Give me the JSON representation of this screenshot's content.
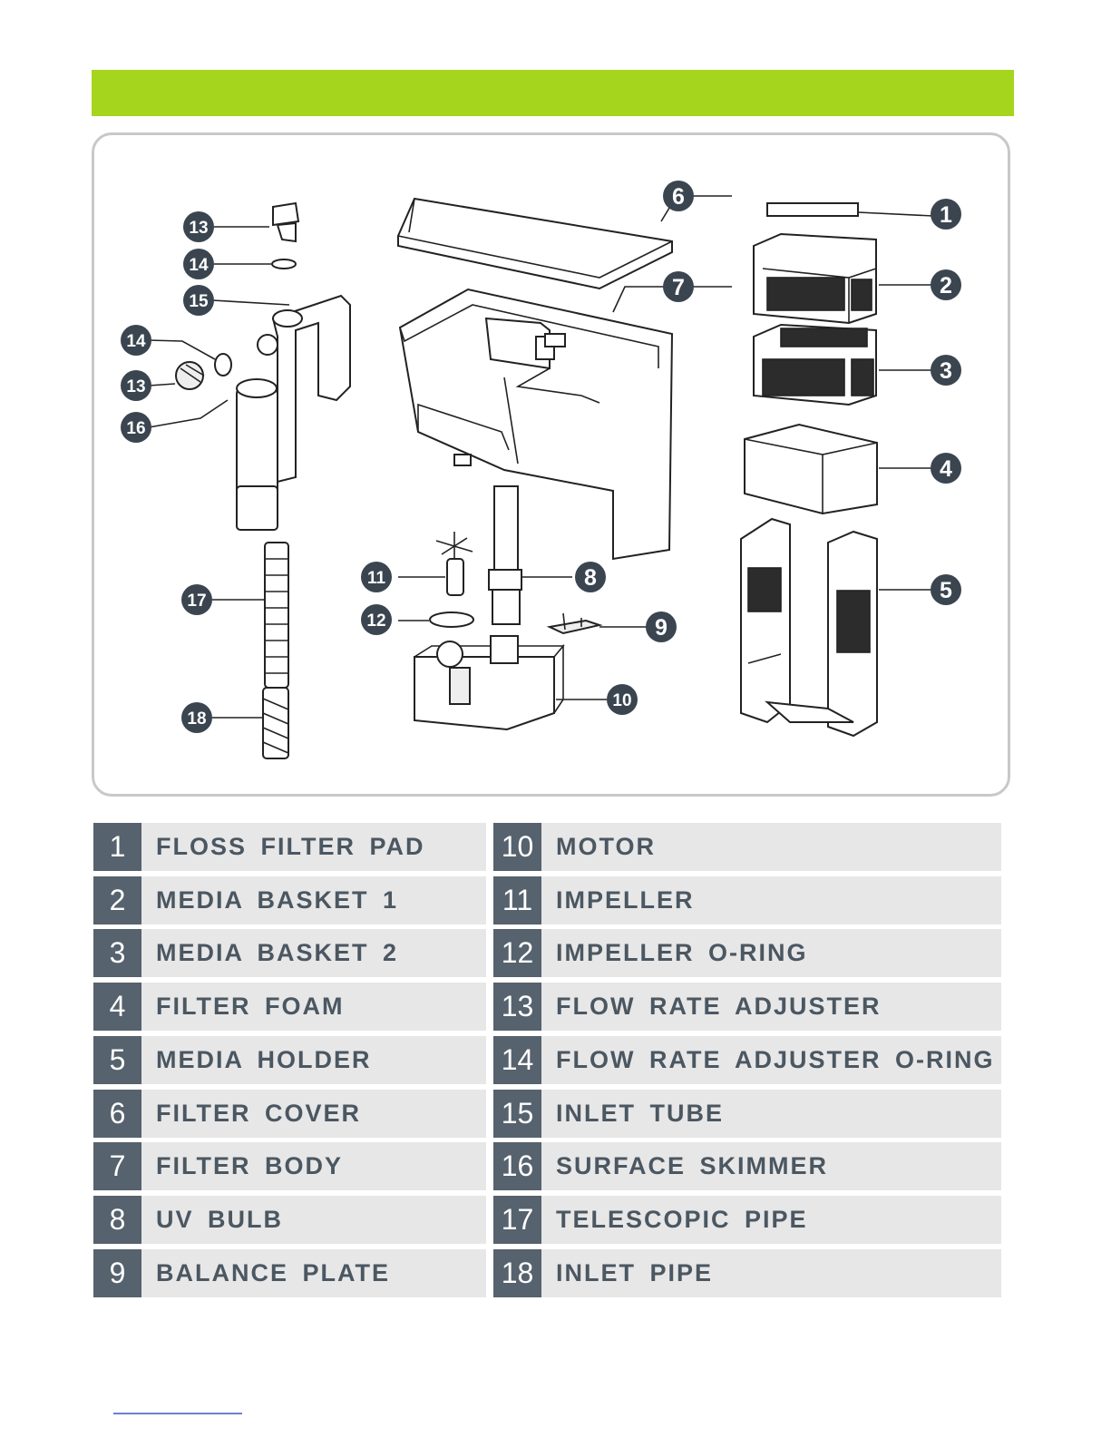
{
  "colors": {
    "header_bar": "#a6d51e",
    "callout": "#3a4550",
    "number_cell": "#56626d",
    "name_cell": "#e7e7e8",
    "name_text": "#4b5761",
    "frame_border": "#c8c8c8"
  },
  "callouts": [
    "1",
    "2",
    "3",
    "4",
    "5",
    "6",
    "7",
    "8",
    "9",
    "10",
    "11",
    "12",
    "13",
    "14",
    "15",
    "16",
    "17",
    "18",
    "13",
    "14"
  ],
  "parts": [
    {
      "num": "1",
      "name": "FLOSS  FILTER  PAD"
    },
    {
      "num": "2",
      "name": "MEDIA  BASKET 1"
    },
    {
      "num": "3",
      "name": "MEDIA BASKET 2"
    },
    {
      "num": "4",
      "name": "FILTER  FOAM"
    },
    {
      "num": "5",
      "name": "MEDIA  HOLDER"
    },
    {
      "num": "6",
      "name": "FILTER  COVER"
    },
    {
      "num": "7",
      "name": "FILTER  BODY"
    },
    {
      "num": "8",
      "name": "UV  BULB"
    },
    {
      "num": "9",
      "name": "BALANCE  PLATE"
    },
    {
      "num": "10",
      "name": "MOTOR"
    },
    {
      "num": "11",
      "name": "IMPELLER"
    },
    {
      "num": "12",
      "name": "IMPELLER  O-RING"
    },
    {
      "num": "13",
      "name": "FLOW  RATE  ADJUSTER"
    },
    {
      "num": "14",
      "name": "FLOW  RATE  ADJUSTER  O-RING"
    },
    {
      "num": "15",
      "name": "INLET  TUBE"
    },
    {
      "num": "16",
      "name": "SURFACE  SKIMMER"
    },
    {
      "num": "17",
      "name": "TELESCOPIC  PIPE"
    },
    {
      "num": "18",
      "name": "INLET PIPE"
    }
  ]
}
